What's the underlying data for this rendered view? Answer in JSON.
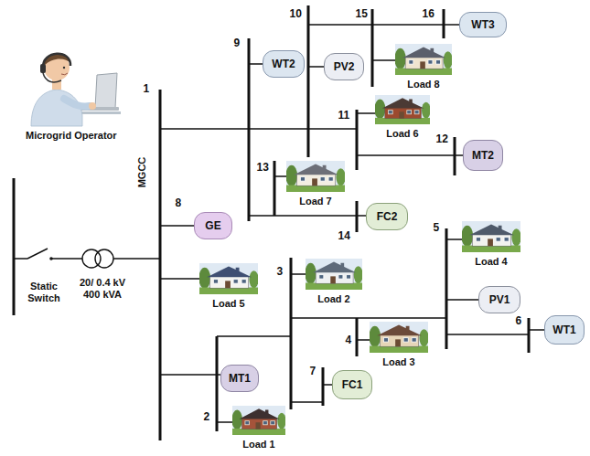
{
  "diagram": {
    "nodes": [
      {
        "text": [
          "WT3"
        ]
      },
      {
        "text": [
          "WT2"
        ]
      },
      {
        "text": [
          "PV2"
        ]
      },
      {
        "text": [
          "Load 8"
        ]
      },
      {
        "text": [
          "Load 6"
        ]
      },
      {
        "text": [
          "MT2"
        ]
      },
      {
        "text": [
          "Load 7"
        ]
      },
      {
        "text": [
          "FC2"
        ]
      },
      {
        "text": [
          "GE"
        ]
      },
      {
        "text": [
          "Load 4"
        ]
      },
      {
        "text": [
          "Load 5"
        ]
      },
      {
        "text": [
          "Load 2"
        ]
      },
      {
        "text": [
          "PV1"
        ]
      },
      {
        "text": [
          "WT1"
        ]
      },
      {
        "text": [
          "Load 3"
        ]
      },
      {
        "text": [
          "MT1"
        ]
      },
      {
        "text": [
          "FC1"
        ]
      },
      {
        "text": [
          "Load 1"
        ]
      }
    ],
    "labels": [
      "Microgrid Operator",
      "Static Switch",
      "20/ 0.4 kV 400 kVA",
      "MGCC",
      "1",
      "2",
      "3",
      "4",
      "5",
      "6",
      "7",
      "8",
      "9",
      "10",
      "11",
      "12",
      "13",
      "14",
      "15",
      "16"
    ]
  }
}
